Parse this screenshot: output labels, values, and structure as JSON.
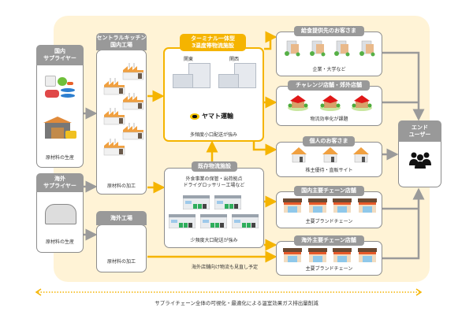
{
  "diagram": {
    "domestic_supplier": {
      "title": "国内\nサプライヤー",
      "caption": "原材料の生産"
    },
    "overseas_supplier": {
      "title": "海外\nサプライヤー",
      "caption": "原材料の生産"
    },
    "central_kitchen": {
      "title": "セントラルキッチン\n国内工場",
      "caption": "原材料の加工"
    },
    "overseas_factory": {
      "title": "海外工場",
      "caption": "原材料の加工"
    },
    "terminal": {
      "title": "ターミナル一体型\n3温度帯物流施設",
      "label_east": "関東",
      "label_west": "関西",
      "brand": "ヤマト運輸",
      "caption": "多頻度小口配送が強み"
    },
    "existing_facility": {
      "title": "既存物流施設",
      "description": "外食事業の保管・出荷拠点\nドライグロッサリー工場など",
      "caption": "少頻度大口配送が強み"
    },
    "customers": [
      {
        "title": "給食提供先のお客さま",
        "caption": "企業・大学など"
      },
      {
        "title": "チャレンジ店舗・郊外店舗",
        "caption": "物流効率化が課題"
      },
      {
        "title": "個人のお客さま",
        "caption": "株主優待・直販サイト"
      },
      {
        "title": "国内主要チェーン店舗",
        "caption": "主要ブランドチェーン"
      },
      {
        "title": "海外主要チェーン店舗",
        "caption": "主要ブランドチェーン"
      }
    ],
    "end_user": {
      "title": "エンド\nユーザー",
      "icon": "group-icon"
    },
    "overseas_route_note": "海外店舗向け物流も見直し予定",
    "bottom_note": "サプライチェーン全体の可視化・最適化による温室効果ガス排出量削減",
    "colors": {
      "accent": "#f5b400",
      "header_gray": "#999999",
      "background_panel": "#fff3d6",
      "factory_roof": "#f0a040"
    }
  }
}
